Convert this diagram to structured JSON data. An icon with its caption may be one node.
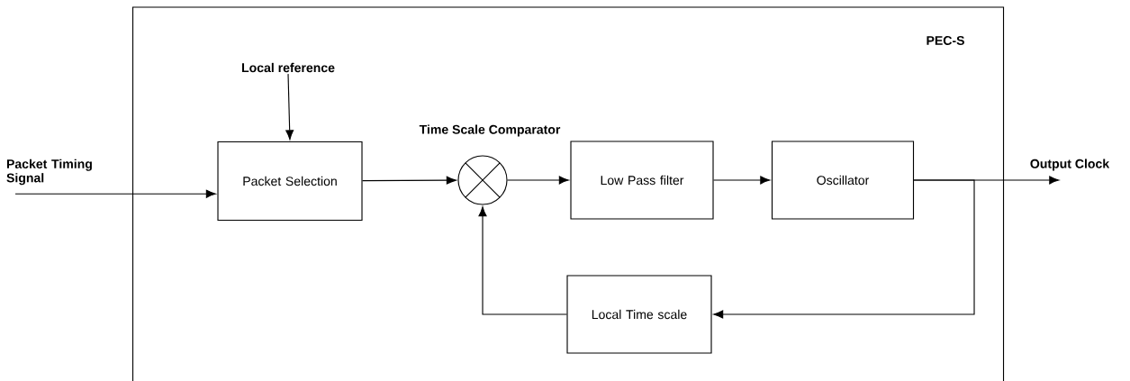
{
  "diagram": {
    "nodes": [
      {
        "text": [
          "PEC-S"
        ]
      },
      {
        "text": [
          "Packet Timing Signal"
        ]
      },
      {
        "text": [
          "Local reference"
        ],
        "in": 0
      },
      {
        "text": [
          "Packet Selection"
        ],
        "in": 0
      },
      {
        "text": [
          "Time Scale Comparator"
        ],
        "in": 0
      },
      {
        "text": [
          "Low Pass filter"
        ],
        "in": 0
      },
      {
        "text": [
          "Oscillator"
        ],
        "in": 0
      },
      {
        "text": [
          "Output Clock"
        ]
      },
      {
        "text": [
          "Local Time scale"
        ],
        "in": 0
      }
    ],
    "edges": [
      {
        "from": 1,
        "to": 3,
        "arrow": "to"
      },
      {
        "from": 2,
        "to": 3,
        "arrow": "to"
      },
      {
        "from": 3,
        "to": 4,
        "arrow": "to"
      },
      {
        "from": 4,
        "to": 5,
        "arrow": "to"
      },
      {
        "from": 5,
        "to": 6,
        "arrow": "to"
      },
      {
        "from": 6,
        "to": 7,
        "arrow": "to"
      },
      {
        "from": 6,
        "to": 8,
        "arrow": "to"
      },
      {
        "from": 8,
        "to": 4,
        "arrow": "to"
      }
    ]
  }
}
